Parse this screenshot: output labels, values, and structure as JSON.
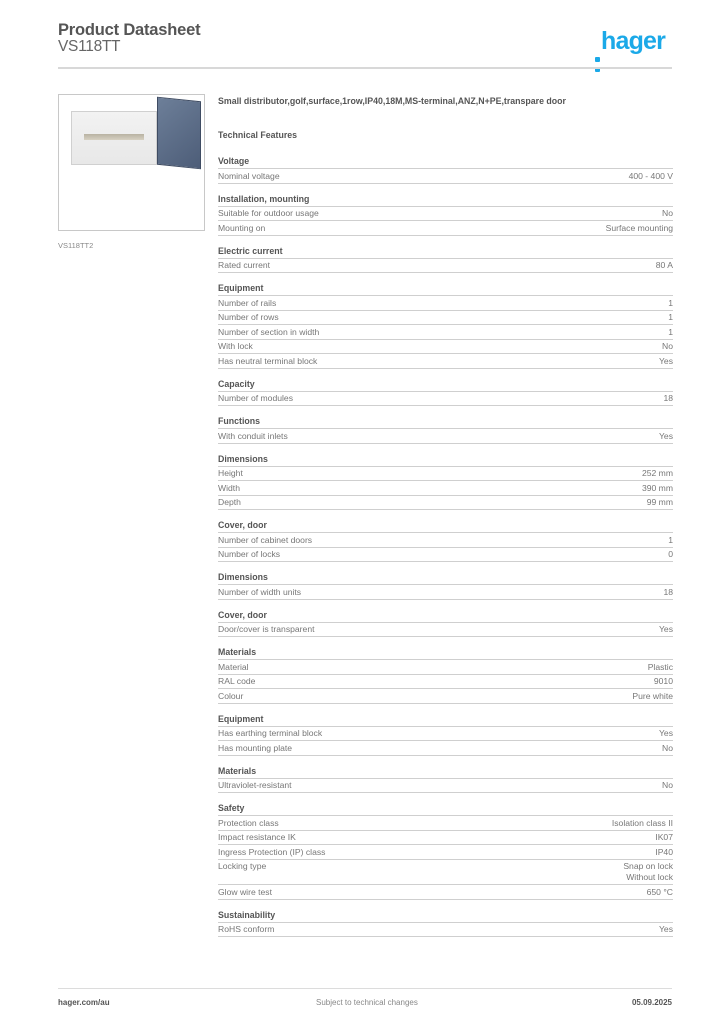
{
  "header": {
    "title": "Product Datasheet",
    "subtitle": "VS118TT",
    "logo_text": "hager",
    "brand_color": "#1ba9e8"
  },
  "product": {
    "image_caption": "VS118TT2",
    "description": "Small distributor,golf,surface,1row,IP40,18M,MS-terminal,ANZ,N+PE,transpare door",
    "section_title": "Technical Features"
  },
  "groups": [
    {
      "title": "Voltage",
      "rows": [
        {
          "label": "Nominal voltage",
          "value": "400 - 400 V"
        }
      ]
    },
    {
      "title": "Installation, mounting",
      "rows": [
        {
          "label": "Suitable for outdoor usage",
          "value": "No"
        },
        {
          "label": "Mounting on",
          "value": "Surface mounting"
        }
      ]
    },
    {
      "title": "Electric current",
      "rows": [
        {
          "label": "Rated current",
          "value": "80 A"
        }
      ]
    },
    {
      "title": "Equipment",
      "rows": [
        {
          "label": "Number of rails",
          "value": "1"
        },
        {
          "label": "Number of rows",
          "value": "1"
        },
        {
          "label": "Number of section in width",
          "value": "1"
        },
        {
          "label": "With lock",
          "value": "No"
        },
        {
          "label": "Has neutral terminal block",
          "value": "Yes"
        }
      ]
    },
    {
      "title": "Capacity",
      "rows": [
        {
          "label": "Number of modules",
          "value": "18"
        }
      ]
    },
    {
      "title": "Functions",
      "rows": [
        {
          "label": "With conduit inlets",
          "value": "Yes"
        }
      ]
    },
    {
      "title": "Dimensions",
      "rows": [
        {
          "label": "Height",
          "value": "252 mm"
        },
        {
          "label": "Width",
          "value": "390 mm"
        },
        {
          "label": "Depth",
          "value": "99 mm"
        }
      ]
    },
    {
      "title": "Cover, door",
      "rows": [
        {
          "label": "Number of cabinet doors",
          "value": "1"
        },
        {
          "label": "Number of locks",
          "value": "0"
        }
      ]
    },
    {
      "title": "Dimensions",
      "rows": [
        {
          "label": "Number of width units",
          "value": "18"
        }
      ]
    },
    {
      "title": "Cover, door",
      "rows": [
        {
          "label": "Door/cover is transparent",
          "value": "Yes"
        }
      ]
    },
    {
      "title": "Materials",
      "rows": [
        {
          "label": "Material",
          "value": "Plastic"
        },
        {
          "label": "RAL code",
          "value": "9010"
        },
        {
          "label": "Colour",
          "value": "Pure white"
        }
      ]
    },
    {
      "title": "Equipment",
      "rows": [
        {
          "label": "Has earthing terminal block",
          "value": "Yes"
        },
        {
          "label": "Has mounting plate",
          "value": "No"
        }
      ]
    },
    {
      "title": "Materials",
      "rows": [
        {
          "label": "Ultraviolet-resistant",
          "value": "No"
        }
      ]
    },
    {
      "title": "Safety",
      "rows": [
        {
          "label": "Protection class",
          "value": "Isolation class II"
        },
        {
          "label": "Impact resistance IK",
          "value": "IK07"
        },
        {
          "label": "Ingress Protection (IP) class",
          "value": "IP40"
        },
        {
          "label": "Locking type",
          "value": "Snap on lock\nWithout lock"
        },
        {
          "label": "Glow wire test",
          "value": "650 °C"
        }
      ]
    },
    {
      "title": "Sustainability",
      "rows": [
        {
          "label": "RoHS conform",
          "value": "Yes"
        }
      ]
    }
  ],
  "footer": {
    "website": "hager.com/au",
    "notice": "Subject to technical changes",
    "date": "05.09.2025"
  }
}
